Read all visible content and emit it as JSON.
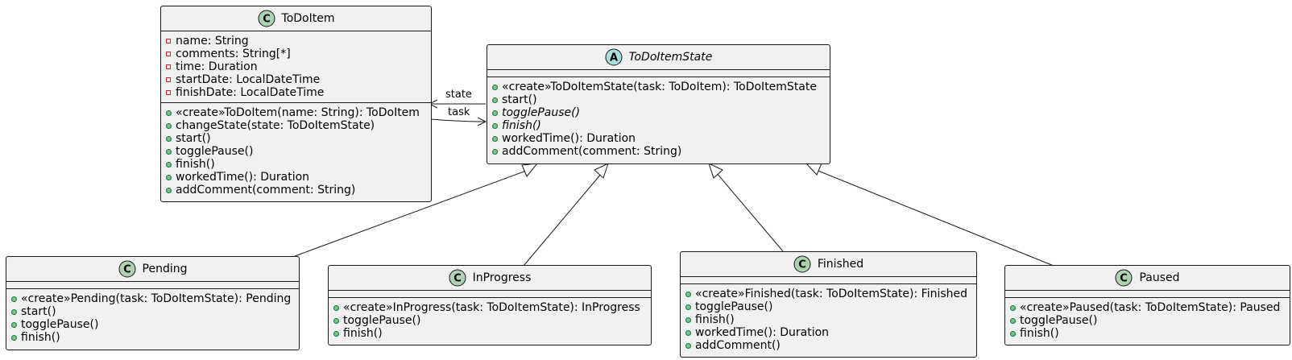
{
  "colors": {
    "class_fill": "#f1f1f1",
    "class_border": "#181818",
    "class_icon": "#add1b2",
    "abstract_icon": "#a9dcdf",
    "private_marker": "#c82930",
    "public_marker": "#84be84"
  },
  "classes": {
    "todoitem": {
      "icon_letter": "C",
      "name": "ToDoItem",
      "attributes": [
        {
          "visibility": "private",
          "text": "name: String"
        },
        {
          "visibility": "private",
          "text": "comments: String[*]"
        },
        {
          "visibility": "private",
          "text": "time: Duration"
        },
        {
          "visibility": "private",
          "text": "startDate: LocalDateTime"
        },
        {
          "visibility": "private",
          "text": "finishDate: LocalDateTime"
        }
      ],
      "methods": [
        {
          "visibility": "public",
          "text": "«create»ToDoItem(name: String): ToDoItem"
        },
        {
          "visibility": "public",
          "text": "changeState(state: ToDoItemState)"
        },
        {
          "visibility": "public",
          "text": "start()"
        },
        {
          "visibility": "public",
          "text": "togglePause()"
        },
        {
          "visibility": "public",
          "text": "finish()"
        },
        {
          "visibility": "public",
          "text": "workedTime(): Duration"
        },
        {
          "visibility": "public",
          "text": "addComment(comment: String)"
        }
      ]
    },
    "todoitemstate": {
      "icon_letter": "A",
      "name": "ToDoItemState",
      "attributes": [],
      "methods": [
        {
          "visibility": "public",
          "text": "«create»ToDoItemState(task: ToDoItem): ToDoItemState"
        },
        {
          "visibility": "public",
          "text": "start()"
        },
        {
          "visibility": "public",
          "text": "togglePause()",
          "italic": true
        },
        {
          "visibility": "public",
          "text": "finish()",
          "italic": true
        },
        {
          "visibility": "public",
          "text": "workedTime(): Duration"
        },
        {
          "visibility": "public",
          "text": "addComment(comment: String)"
        }
      ]
    },
    "pending": {
      "icon_letter": "C",
      "name": "Pending",
      "attributes": [],
      "methods": [
        {
          "visibility": "public",
          "text": "«create»Pending(task: ToDoItemState): Pending"
        },
        {
          "visibility": "public",
          "text": "start()"
        },
        {
          "visibility": "public",
          "text": "togglePause()"
        },
        {
          "visibility": "public",
          "text": "finish()"
        }
      ]
    },
    "inprogress": {
      "icon_letter": "C",
      "name": "InProgress",
      "attributes": [],
      "methods": [
        {
          "visibility": "public",
          "text": "«create»InProgress(task: ToDoItemState): InProgress"
        },
        {
          "visibility": "public",
          "text": "togglePause()"
        },
        {
          "visibility": "public",
          "text": "finish()"
        }
      ]
    },
    "finished": {
      "icon_letter": "C",
      "name": "Finished",
      "attributes": [],
      "methods": [
        {
          "visibility": "public",
          "text": "«create»Finished(task: ToDoItemState): Finished"
        },
        {
          "visibility": "public",
          "text": "togglePause()"
        },
        {
          "visibility": "public",
          "text": "finish()"
        },
        {
          "visibility": "public",
          "text": "workedTime(): Duration"
        },
        {
          "visibility": "public",
          "text": "addComment()"
        }
      ]
    },
    "paused": {
      "icon_letter": "C",
      "name": "Paused",
      "attributes": [],
      "methods": [
        {
          "visibility": "public",
          "text": "«create»Paused(task: ToDoItemState): Paused"
        },
        {
          "visibility": "public",
          "text": "togglePause()"
        },
        {
          "visibility": "public",
          "text": "finish()"
        }
      ]
    }
  },
  "associations": {
    "state": "state",
    "task": "task"
  }
}
